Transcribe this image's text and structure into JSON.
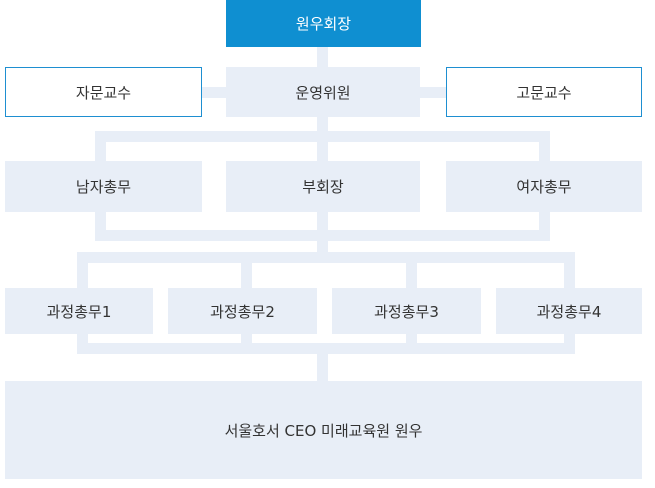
{
  "org_chart": {
    "president": "원우회장",
    "committee": "운영위원",
    "advisor_professor": "자문교수",
    "counsel_professor": "고문교수",
    "male_secretary": "남자총무",
    "vice_president": "부회장",
    "female_secretary": "여자총무",
    "course_secretaries": [
      "과정총무1",
      "과정총무2",
      "과정총무3",
      "과정총무4"
    ],
    "members": "서울호서 CEO 미래교육원 원우"
  },
  "colors": {
    "top_fill": "#0f8fd1",
    "box_fill": "#e8eef7",
    "outline": "#1e8fd1",
    "text": "#333333"
  }
}
